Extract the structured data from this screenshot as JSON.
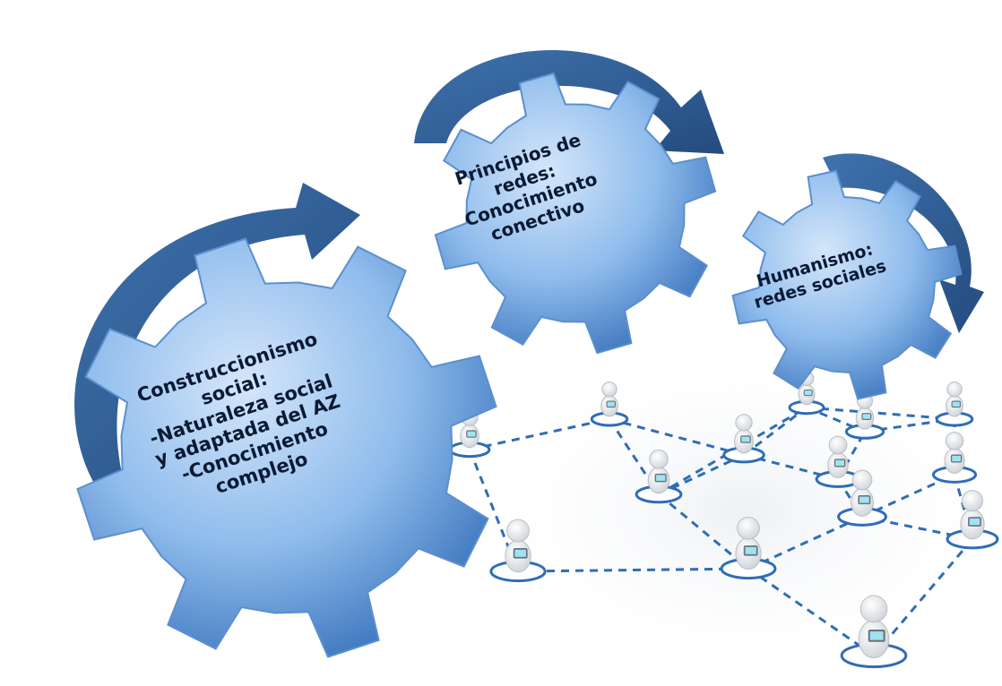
{
  "gears": [
    {
      "id": "construccionismo",
      "lines": [
        "Construccionismo",
        "social:",
        "-Naturaleza social",
        "y adaptada del AZ",
        "-Conocimiento",
        "complejo"
      ]
    },
    {
      "id": "principios",
      "lines": [
        "Principios de",
        "redes:",
        "Conocimiento",
        "conectivo"
      ]
    },
    {
      "id": "humanismo",
      "lines": [
        "Humanismo:",
        "redes sociales"
      ]
    }
  ],
  "colors": {
    "gear_light": "#b9d5f4",
    "gear_mid": "#7fb0e6",
    "gear_dark": "#3f78bf",
    "arrow": "#2e5c93",
    "network_line": "#2f6db5",
    "text": "#0b1a33"
  },
  "icons": [
    "curved-arrow-icon",
    "gear-icon",
    "network-person-icon",
    "laptop-icon"
  ]
}
